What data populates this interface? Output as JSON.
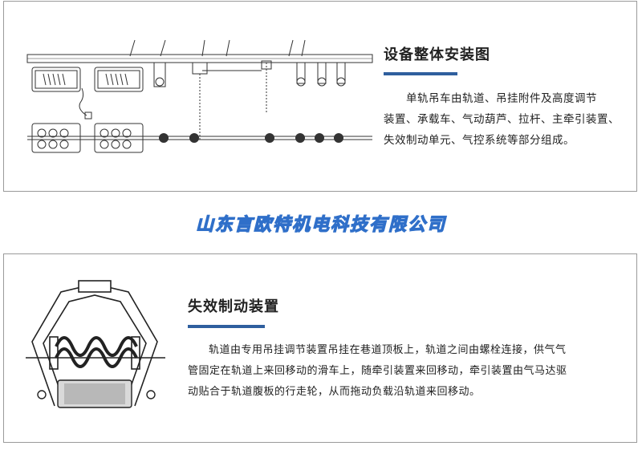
{
  "section1": {
    "title": "设备整体安装图",
    "lines": [
      "单轨吊车由轨道、吊挂附件及高度调节",
      "装置、承载车、气动葫芦、拉杆、主牵引装置、",
      "失效制动单元、气控系统等部分组成。"
    ]
  },
  "company": {
    "name": "山东言欧特机电科技有限公司"
  },
  "section2": {
    "title": "失效制动装置",
    "lines": [
      "轨道由专用吊挂调节装置吊挂在巷道顶板上，轨道之间由螺栓连接，供气气",
      "管固定在轨道上来回移动的滑车上，随牵引装置来回移动，牵引装置由气马达驱",
      "动贴合于轨道腹板的行走轮，从而拖动负载沿轨道来回移动。"
    ]
  },
  "colors": {
    "accent": "#2f5f9e",
    "banner": "#2f6fc9",
    "border": "#9a9a9a"
  }
}
